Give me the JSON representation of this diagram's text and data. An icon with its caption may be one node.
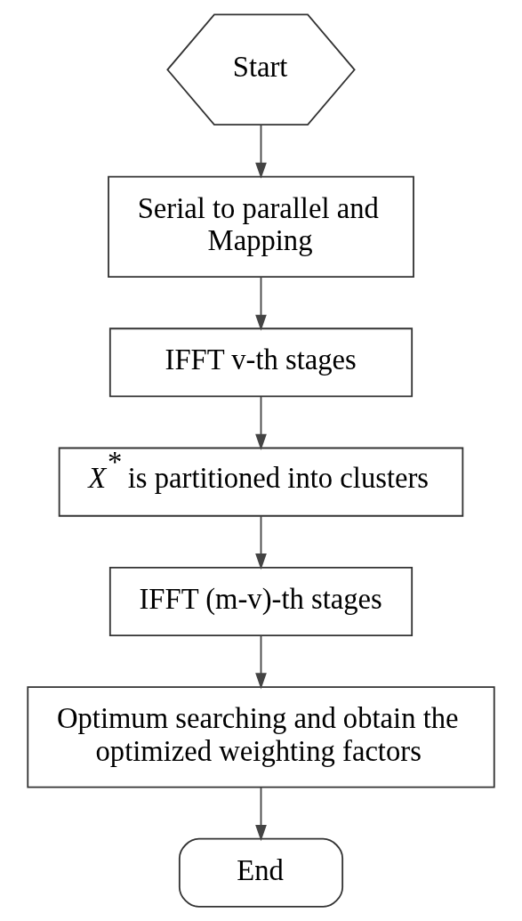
{
  "diagram": {
    "nodes": [
      {
        "text": [
          "Start"
        ]
      },
      {
        "text": [
          "Serial to parallel and Mapping"
        ]
      },
      {
        "text": [
          "IFFT v-th stages"
        ]
      },
      {
        "text": [
          "*X*$^{*}$ is partitioned into clusters"
        ]
      },
      {
        "text": [
          "IFFT (m-v)-th stages"
        ]
      },
      {
        "text": [
          "Optimum searching and obtain the optimized weighting factors"
        ]
      },
      {
        "text": [
          "End"
        ]
      }
    ],
    "edges": [
      {
        "from": 0,
        "to": 1,
        "arrow": "to"
      },
      {
        "from": 1,
        "to": 2,
        "arrow": "to"
      },
      {
        "from": 2,
        "to": 3,
        "arrow": "to"
      },
      {
        "from": 3,
        "to": 4,
        "arrow": "to"
      },
      {
        "from": 4,
        "to": 5,
        "arrow": "to"
      },
      {
        "from": 5,
        "to": 6,
        "arrow": "to"
      }
    ]
  }
}
